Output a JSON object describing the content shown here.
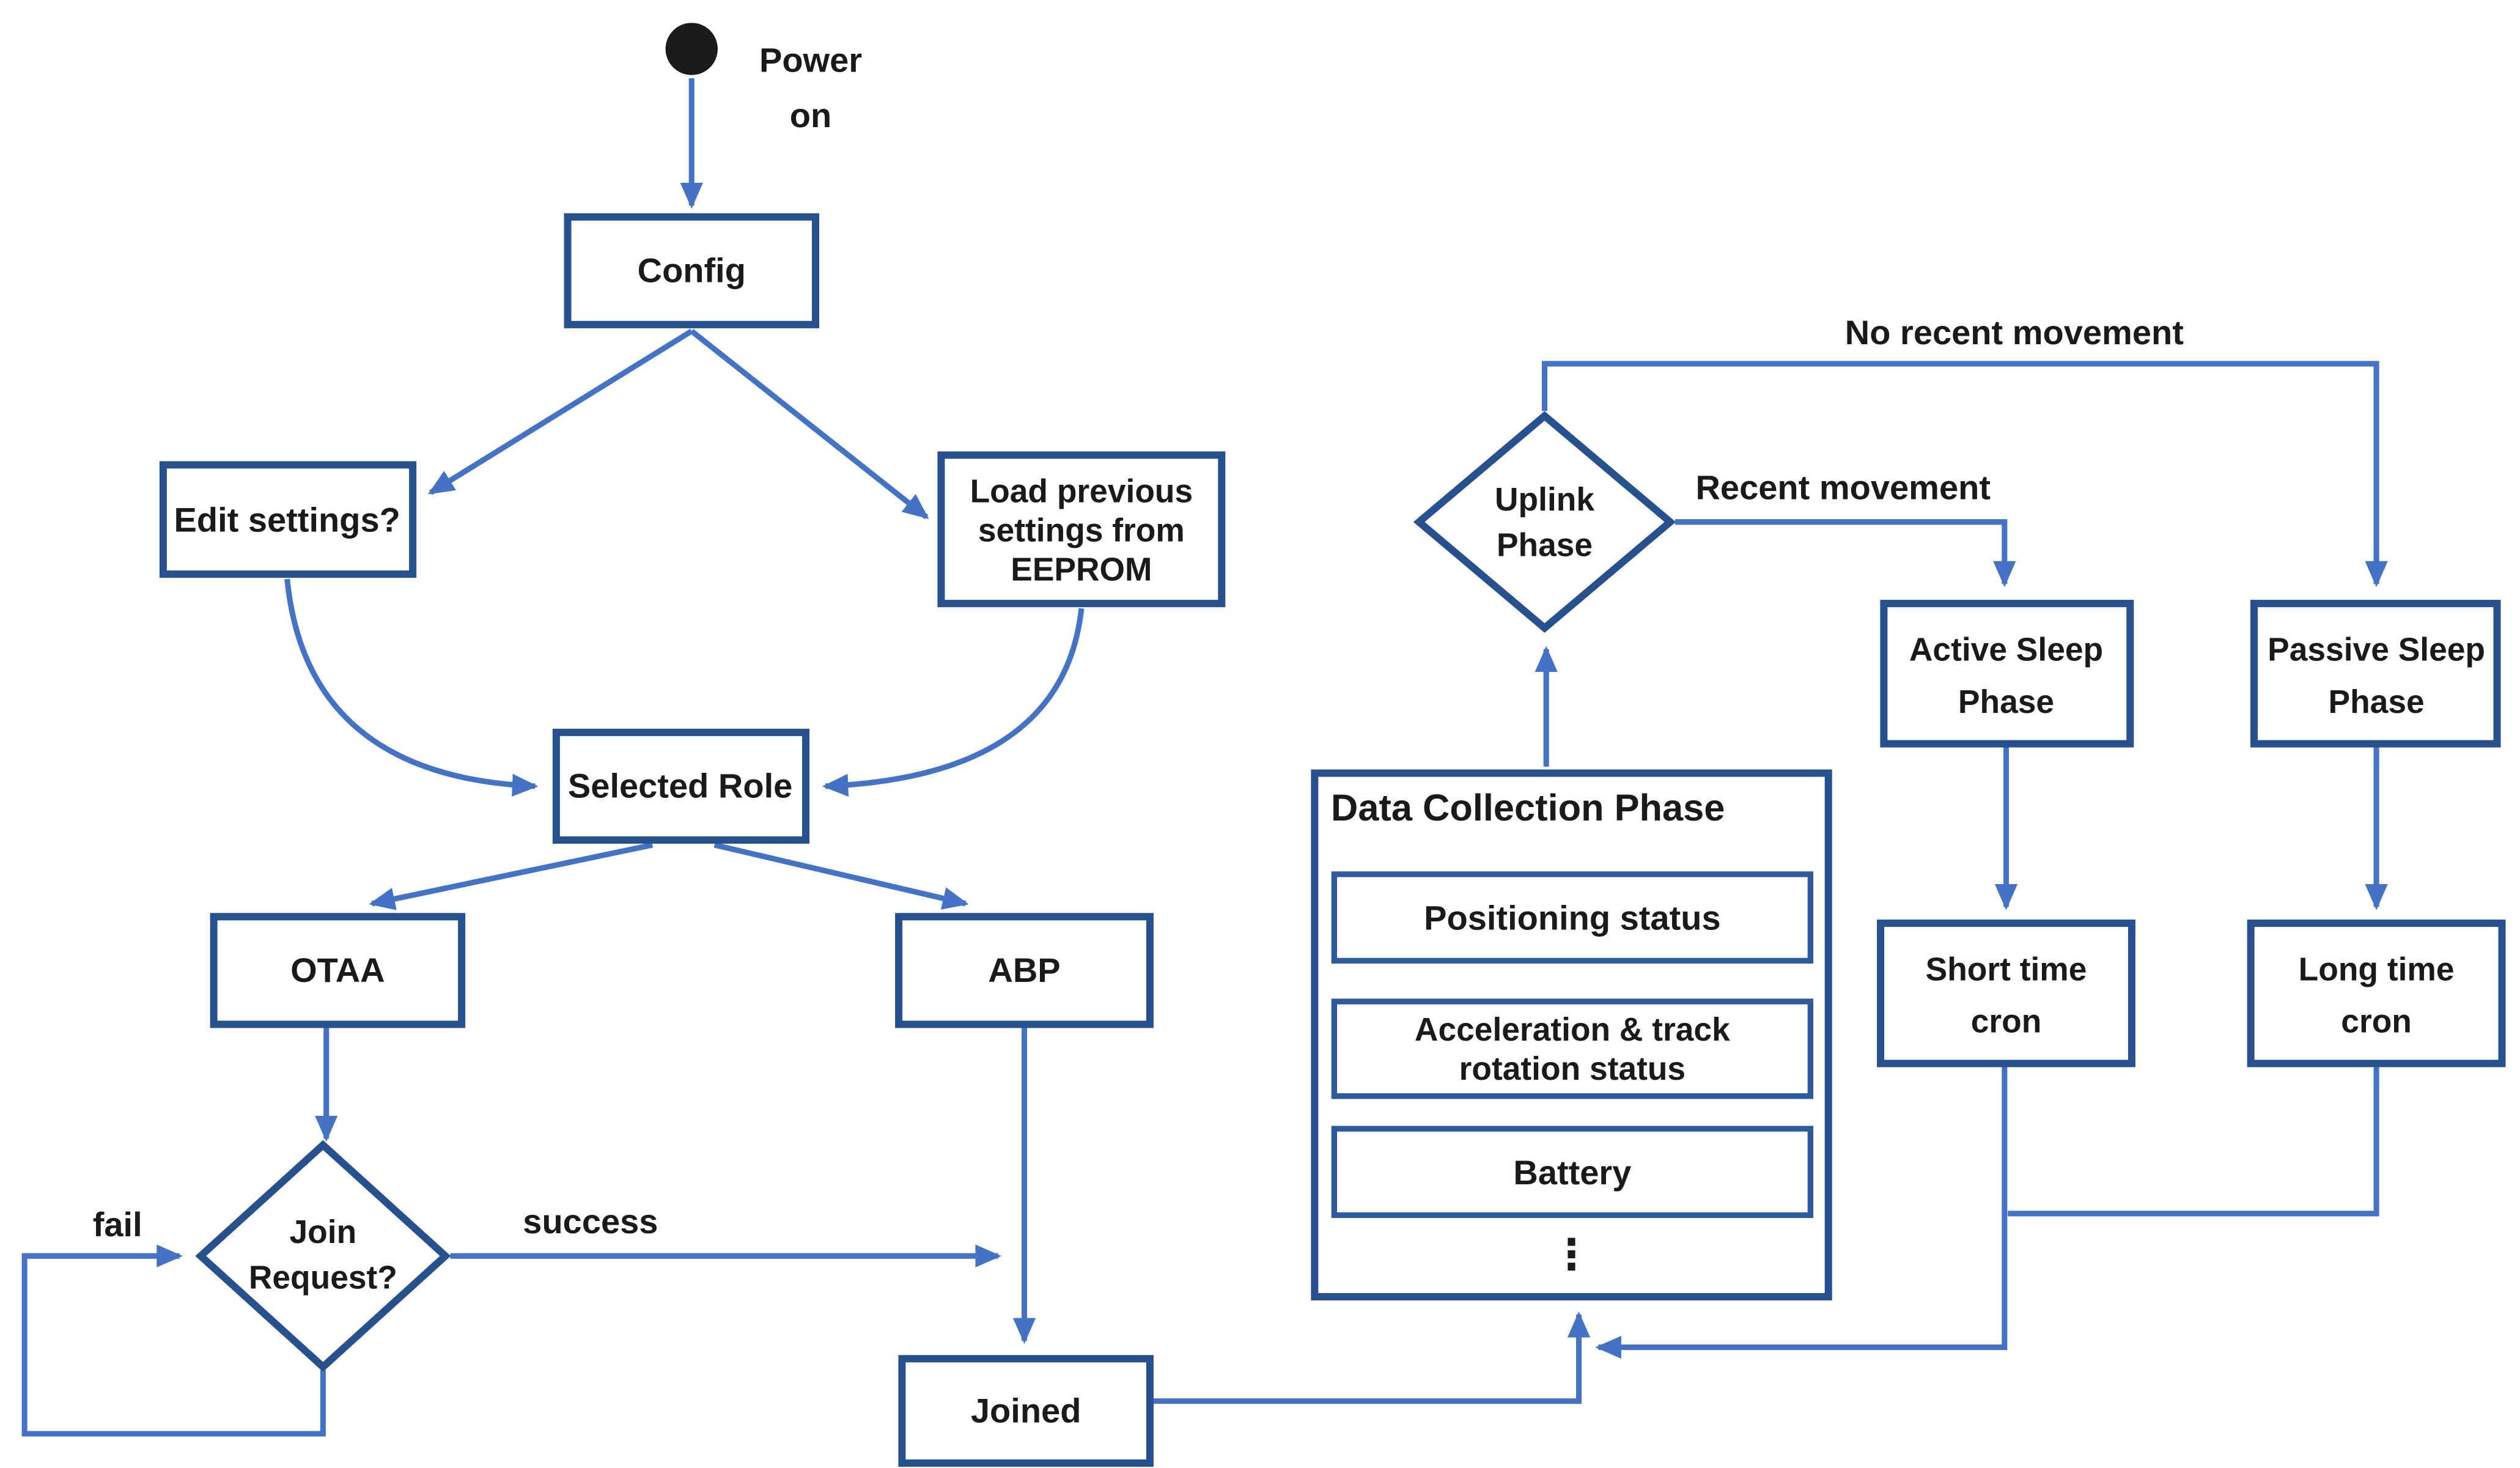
{
  "diagram": {
    "colors": {
      "box_border": "#27508f",
      "inner_border": "#2e5b9e",
      "connector": "#4472c4",
      "start_fill": "#1b1b1b",
      "text": "#1a1a1a",
      "background": "#ffffff"
    },
    "nodes": {
      "power_line1": "Power",
      "power_line2": "on",
      "config": "Config",
      "edit_settings": "Edit settings?",
      "eeprom_line1": "Load previous",
      "eeprom_line2": "settings from",
      "eeprom_line3": "EEPROM",
      "selected_role": "Selected Role",
      "otaa": "OTAA",
      "abp": "ABP",
      "join_line1": "Join",
      "join_line2": "Request?",
      "joined": "Joined",
      "data_collection_title": "Data Collection Phase",
      "positioning": "Positioning status",
      "acceleration_line1": "Acceleration & track",
      "acceleration_line2": "rotation status",
      "battery": "Battery",
      "ellipsis": "⋮",
      "uplink_line1": "Uplink",
      "uplink_line2": "Phase",
      "active_sleep_line1": "Active Sleep",
      "active_sleep_line2": "Phase",
      "passive_sleep_line1": "Passive Sleep",
      "passive_sleep_line2": "Phase",
      "short_cron_line1": "Short time",
      "short_cron_line2": "cron",
      "long_cron_line1": "Long time",
      "long_cron_line2": "cron"
    },
    "edge_labels": {
      "fail": "fail",
      "success": "success",
      "recent_movement": "Recent movement",
      "no_recent_movement": "No recent movement"
    }
  }
}
